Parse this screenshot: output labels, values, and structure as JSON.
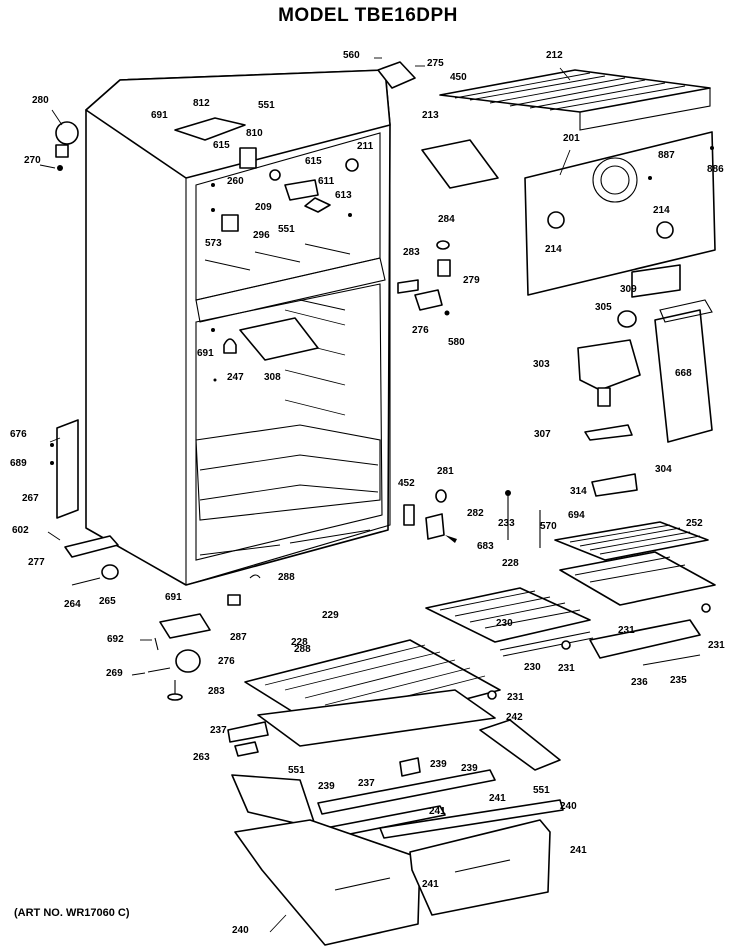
{
  "title": "MODEL TBE16DPH",
  "art_number": "(ART NO. WR17060 C)",
  "part_labels": [
    "560",
    "275",
    "450",
    "212",
    "280",
    "812",
    "551",
    "691",
    "810",
    "615",
    "211",
    "213",
    "201",
    "887",
    "886",
    "270",
    "260",
    "615",
    "611",
    "209",
    "613",
    "573",
    "296",
    "551",
    "284",
    "214",
    "214",
    "283",
    "279",
    "309",
    "305",
    "276",
    "580",
    "691",
    "247",
    "308",
    "303",
    "668",
    "676",
    "689",
    "267",
    "307",
    "452",
    "281",
    "314",
    "282",
    "233",
    "570",
    "694",
    "304",
    "252",
    "602",
    "277",
    "683",
    "288",
    "228",
    "264",
    "265",
    "691",
    "269",
    "288",
    "229",
    "287",
    "692",
    "276",
    "230",
    "231",
    "231",
    "231",
    "230",
    "236",
    "235",
    "263",
    "228",
    "231",
    "242",
    "237",
    "283",
    "551",
    "239",
    "239",
    "237",
    "241",
    "551",
    "239",
    "240",
    "241",
    "241",
    "241",
    "240"
  ]
}
